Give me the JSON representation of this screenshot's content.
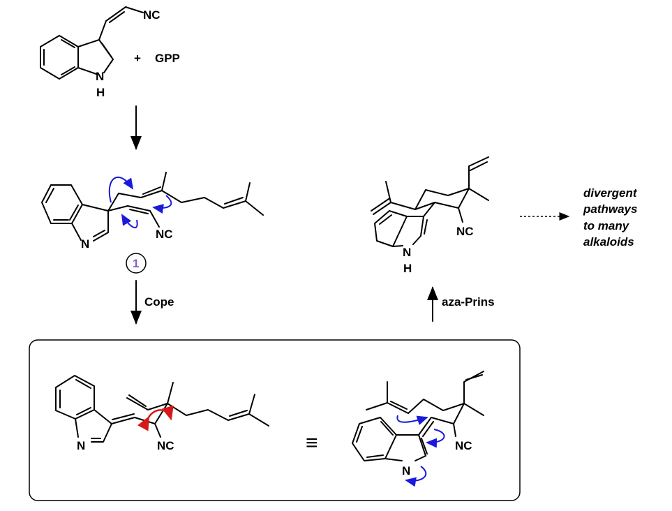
{
  "reactants": {
    "plus": "+",
    "reagent": "GPP"
  },
  "atoms": {
    "N": "N",
    "H": "H",
    "NC": "NC"
  },
  "compound_number": "1",
  "steps": {
    "cope": "Cope",
    "aza_prins": "aza-Prins"
  },
  "equivalence": "≡",
  "outcome": [
    "divergent",
    "pathways",
    "to many",
    "alkaloids"
  ],
  "colors": {
    "electron_arrows": "#1a1adb",
    "rotation_arrow": "#d81818",
    "compound_number": "#8a5bc4"
  }
}
